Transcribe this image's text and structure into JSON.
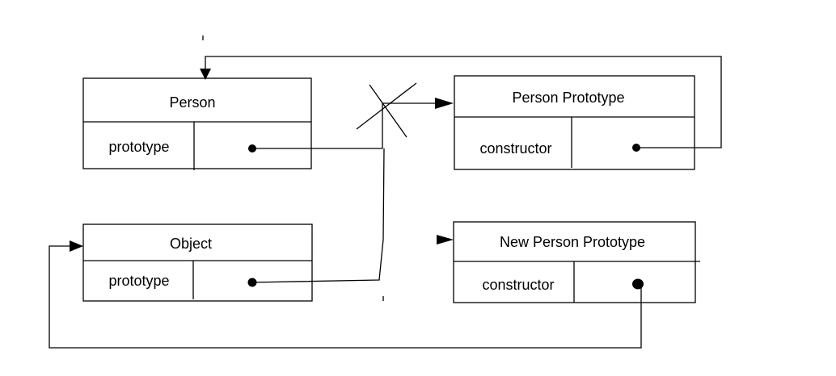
{
  "boxes": {
    "person": {
      "title": "Person",
      "field": "prototype"
    },
    "person_prototype": {
      "title": "Person Prototype",
      "field": "constructor"
    },
    "object": {
      "title": "Object",
      "field": "prototype"
    },
    "new_person_prototype": {
      "title": "New Person Prototype",
      "field": "constructor"
    }
  },
  "colors": {
    "line": "#000000",
    "background": "#ffffff"
  }
}
